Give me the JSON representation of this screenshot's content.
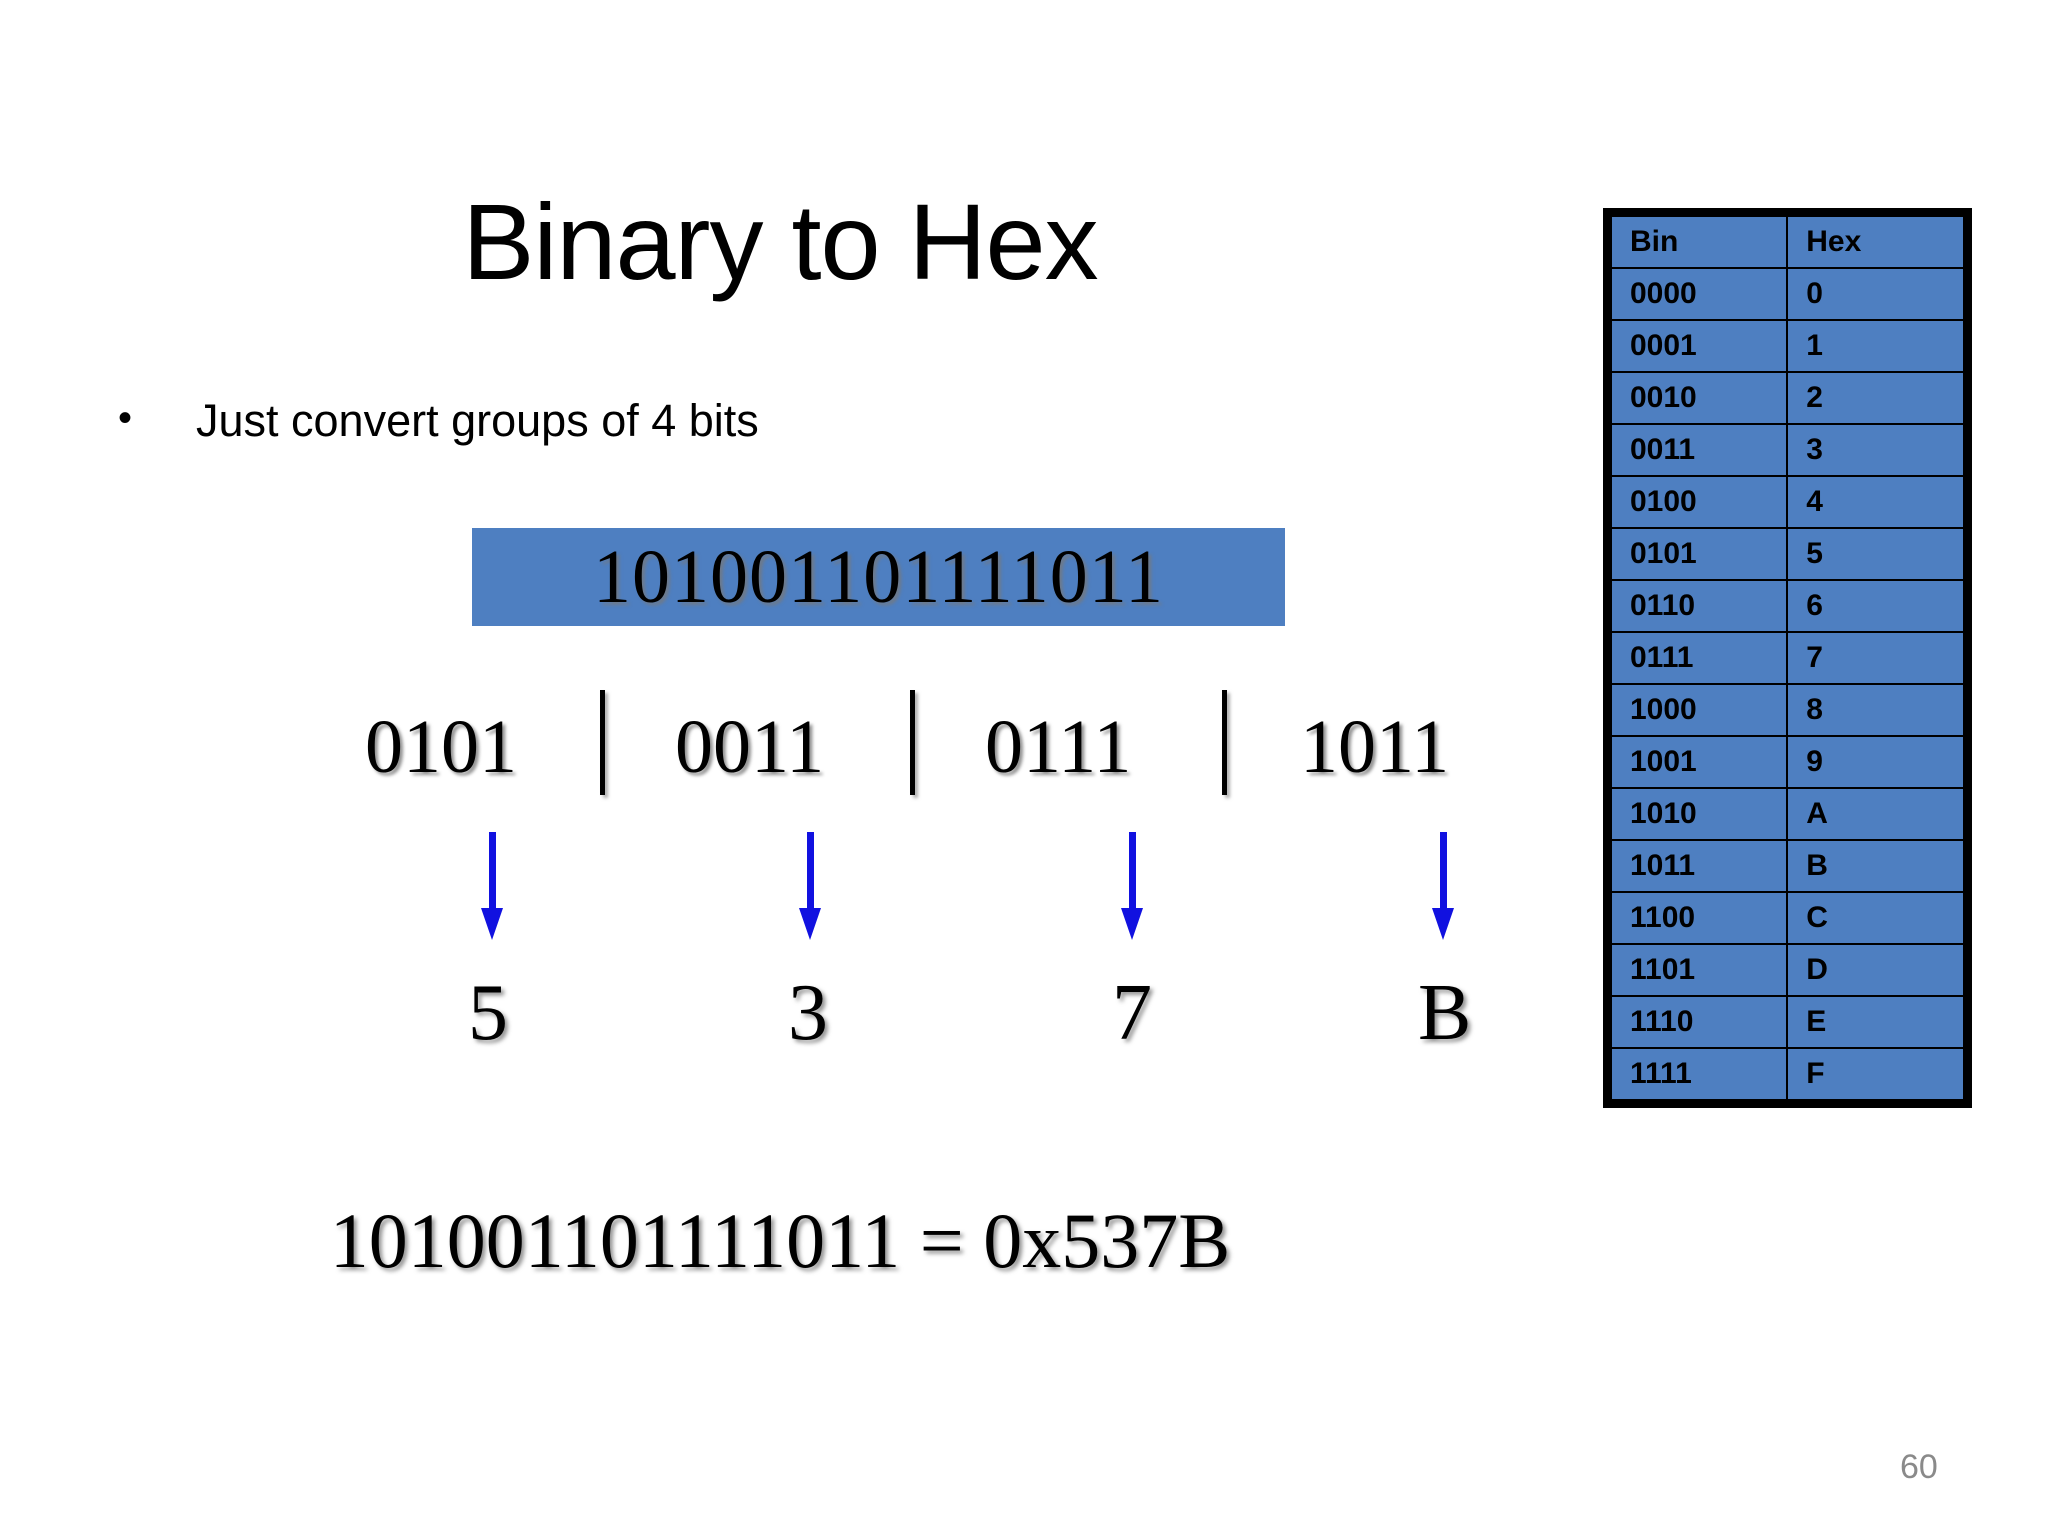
{
  "slide": {
    "title": "Binary to Hex",
    "page_number": "60",
    "accent_blue": "#4E7FC1",
    "arrow_blue": "#1111E0",
    "page_number_color": "#8A8A8A"
  },
  "bullets": [
    {
      "marker": "•",
      "text": "Just convert groups of 4 bits"
    }
  ],
  "example": {
    "highlighted_binary": "101001101111011",
    "nibbles": [
      "0101",
      "0011",
      "0111",
      "1011"
    ],
    "separator": "|",
    "hex_digits": [
      "5",
      "3",
      "7",
      "B"
    ],
    "equation": "101001101111011 = 0x537B"
  },
  "reference_table": {
    "columns": [
      "Bin",
      "Hex"
    ],
    "rows": [
      [
        "0000",
        "0"
      ],
      [
        "0001",
        "1"
      ],
      [
        "0010",
        "2"
      ],
      [
        "0011",
        "3"
      ],
      [
        "0100",
        "4"
      ],
      [
        "0101",
        "5"
      ],
      [
        "0110",
        "6"
      ],
      [
        "0111",
        "7"
      ],
      [
        "1000",
        "8"
      ],
      [
        "1001",
        "9"
      ],
      [
        "1010",
        "A"
      ],
      [
        "1011",
        "B"
      ],
      [
        "1100",
        "C"
      ],
      [
        "1101",
        "D"
      ],
      [
        "1110",
        "E"
      ],
      [
        "1111",
        "F"
      ]
    ]
  }
}
